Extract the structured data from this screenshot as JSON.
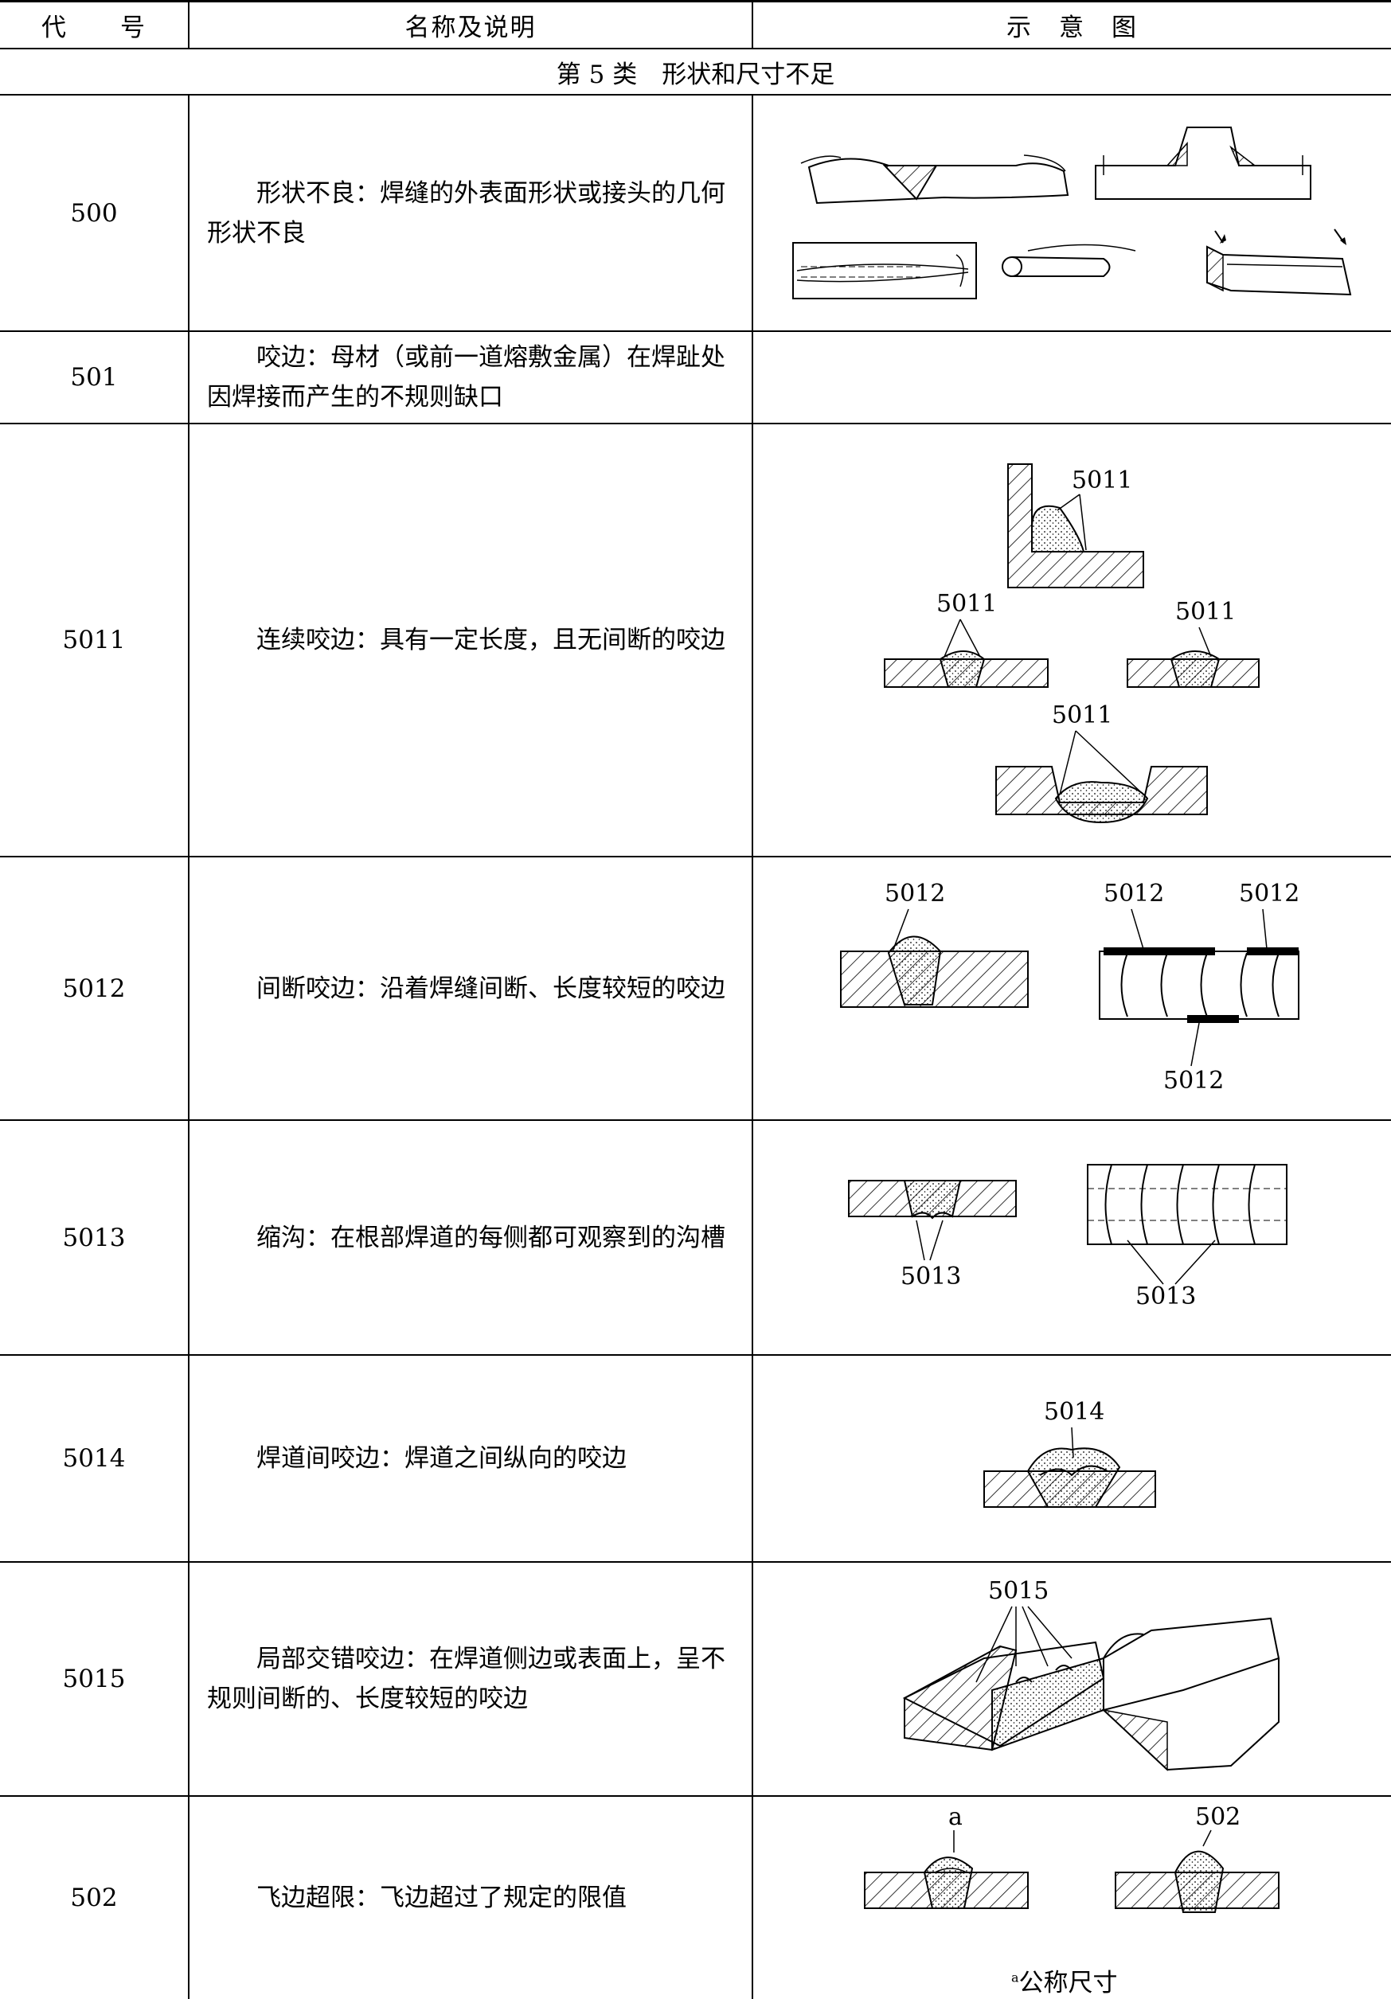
{
  "header": {
    "code": "代　　号",
    "name": "名称及说明",
    "figure": "示　意　图"
  },
  "category": "第 5 类　形状和尺寸不足",
  "rows": [
    {
      "code": "500",
      "desc": "形状不良：焊缝的外表面形状或接头的几何形状不良",
      "labels": []
    },
    {
      "code": "501",
      "desc": "咬边：母材（或前一道熔敷金属）在焊趾处因焊接而产生的不规则缺口",
      "labels": []
    },
    {
      "code": "5011",
      "desc": "连续咬边：具有一定长度，且无间断的咬边",
      "labels": [
        "5011",
        "5011",
        "5011",
        "5011"
      ]
    },
    {
      "code": "5012",
      "desc": "间断咬边：沿着焊缝间断、长度较短的咬边",
      "labels": [
        "5012",
        "5012",
        "5012",
        "5012"
      ]
    },
    {
      "code": "5013",
      "desc": "缩沟：在根部焊道的每侧都可观察到的沟槽",
      "labels": [
        "5013",
        "5013"
      ]
    },
    {
      "code": "5014",
      "desc": "焊道间咬边：焊道之间纵向的咬边",
      "labels": [
        "5014"
      ]
    },
    {
      "code": "5015",
      "desc": "局部交错咬边：在焊道侧边或表面上，呈不规则间断的、长度较短的咬边",
      "labels": [
        "5015"
      ]
    },
    {
      "code": "502",
      "desc": "飞边超限：飞边超过了规定的限值",
      "labels": [
        "a",
        "502"
      ]
    }
  ],
  "footnote": {
    "mark": "a",
    "text": "公称尺寸"
  }
}
